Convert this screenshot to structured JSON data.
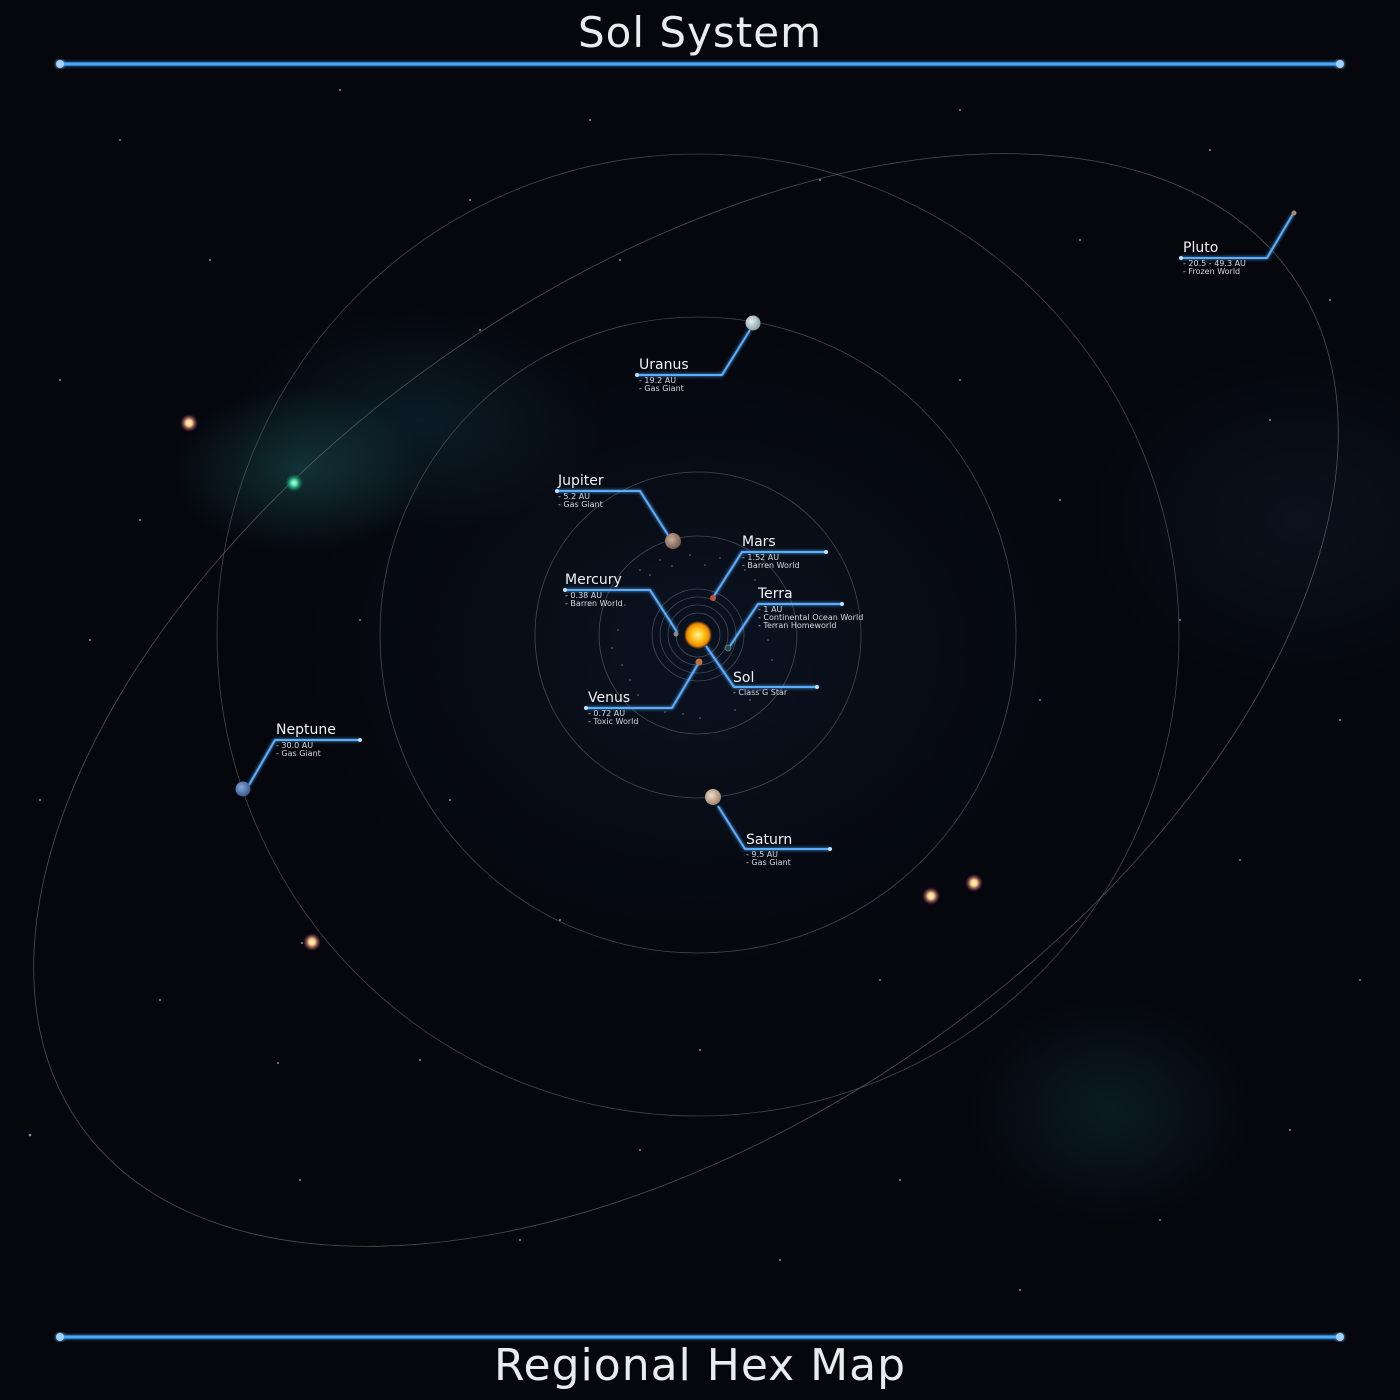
{
  "header": {
    "title": "Sol System"
  },
  "footer": {
    "title": "Regional Hex Map"
  },
  "colors": {
    "accent_line": "#4aa8ff",
    "orbit": "#6a6f78",
    "background": "#05070d",
    "text": "#f0f2f4"
  },
  "bodies": [
    {
      "name": "Sol",
      "details": [
        "- Class G Star"
      ]
    },
    {
      "name": "Mercury",
      "details": [
        "- 0.38 AU",
        "- Barren World"
      ]
    },
    {
      "name": "Venus",
      "details": [
        "- 0.72 AU",
        "- Toxic World"
      ]
    },
    {
      "name": "Terra",
      "details": [
        "- 1 AU",
        "- Continental Ocean World",
        "- Terran Homeworld"
      ]
    },
    {
      "name": "Mars",
      "details": [
        "- 1.52 AU",
        "- Barren World"
      ]
    },
    {
      "name": "Jupiter",
      "details": [
        "- 5.2 AU",
        "- Gas Giant"
      ]
    },
    {
      "name": "Saturn",
      "details": [
        "- 9.5 AU",
        "- Gas Giant"
      ]
    },
    {
      "name": "Uranus",
      "details": [
        "- 19.2 AU",
        "- Gas Giant"
      ]
    },
    {
      "name": "Neptune",
      "details": [
        "- 30.0 AU",
        "- Gas Giant"
      ]
    },
    {
      "name": "Pluto",
      "details": [
        "- 20.5 - 49.3 AU",
        "- Frozen World"
      ]
    }
  ]
}
